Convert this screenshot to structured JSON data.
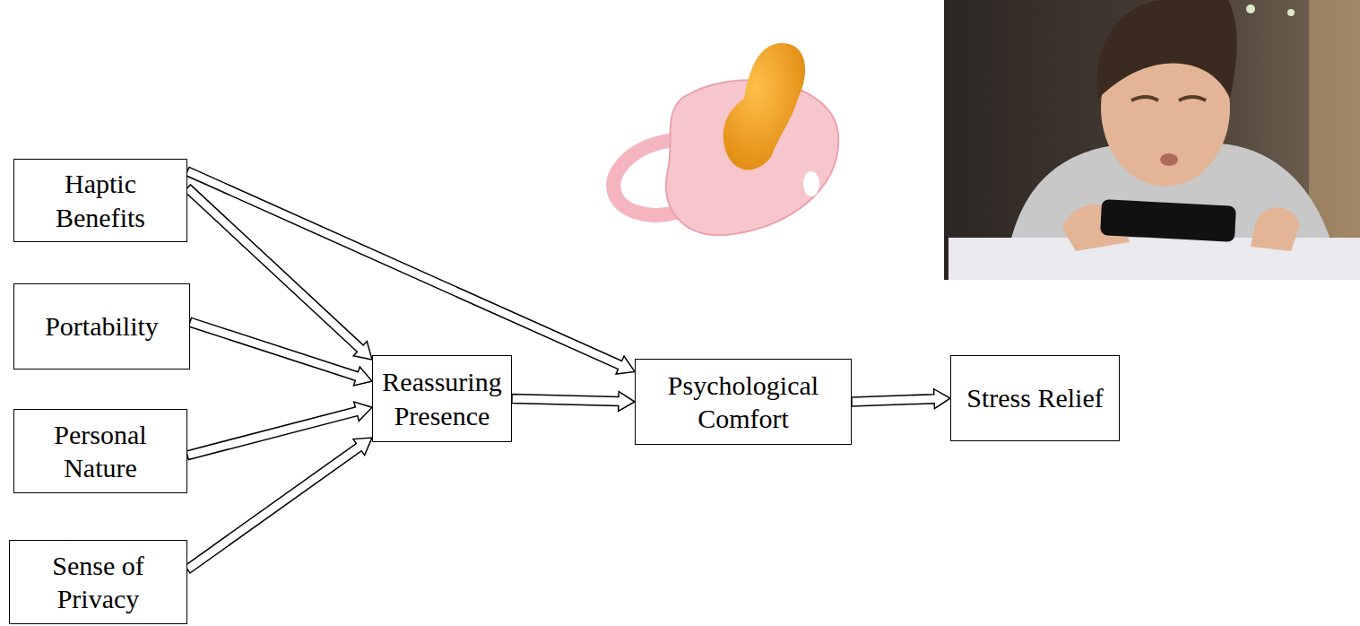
{
  "diagram": {
    "nodes": [
      {
        "text": [
          "Haptic Benefits"
        ]
      },
      {
        "text": [
          "Portability"
        ]
      },
      {
        "text": [
          "Personal Nature"
        ]
      },
      {
        "text": [
          "Sense of Privacy"
        ]
      },
      {
        "text": [
          "Reassuring Presence"
        ]
      },
      {
        "text": [
          "Psychological Comfort"
        ]
      },
      {
        "text": [
          "Stress Relief"
        ]
      }
    ],
    "edges": [
      {
        "from": 0,
        "to": 4,
        "arrow": "to"
      },
      {
        "from": 0,
        "to": 5,
        "arrow": "to"
      },
      {
        "from": 1,
        "to": 4,
        "arrow": "to"
      },
      {
        "from": 2,
        "to": 4,
        "arrow": "to"
      },
      {
        "from": 3,
        "to": 4,
        "arrow": "to"
      },
      {
        "from": 4,
        "to": 5,
        "arrow": "to"
      },
      {
        "from": 5,
        "to": 6,
        "arrow": "to"
      }
    ]
  }
}
